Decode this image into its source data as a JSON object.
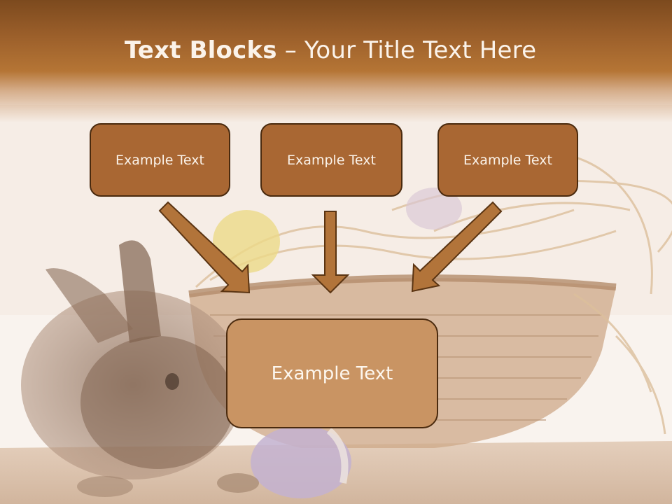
{
  "slide": {
    "title_bold": "Text Blocks",
    "title_rest": " – Your Title Text Here"
  },
  "blocks": [
    {
      "label": "Example Text"
    },
    {
      "label": "Example Text"
    },
    {
      "label": "Example Text"
    }
  ],
  "main_block": {
    "label": "Example Text"
  },
  "colors": {
    "title_band": "#9a5e2a",
    "block_fill": "#a96733",
    "main_block_fill": "#c99463",
    "block_border": "#4a2a0e",
    "arrow_fill": "#b2743a",
    "text": "#fbf3ea"
  },
  "background_image": "easter-bunny-basket-eggs"
}
